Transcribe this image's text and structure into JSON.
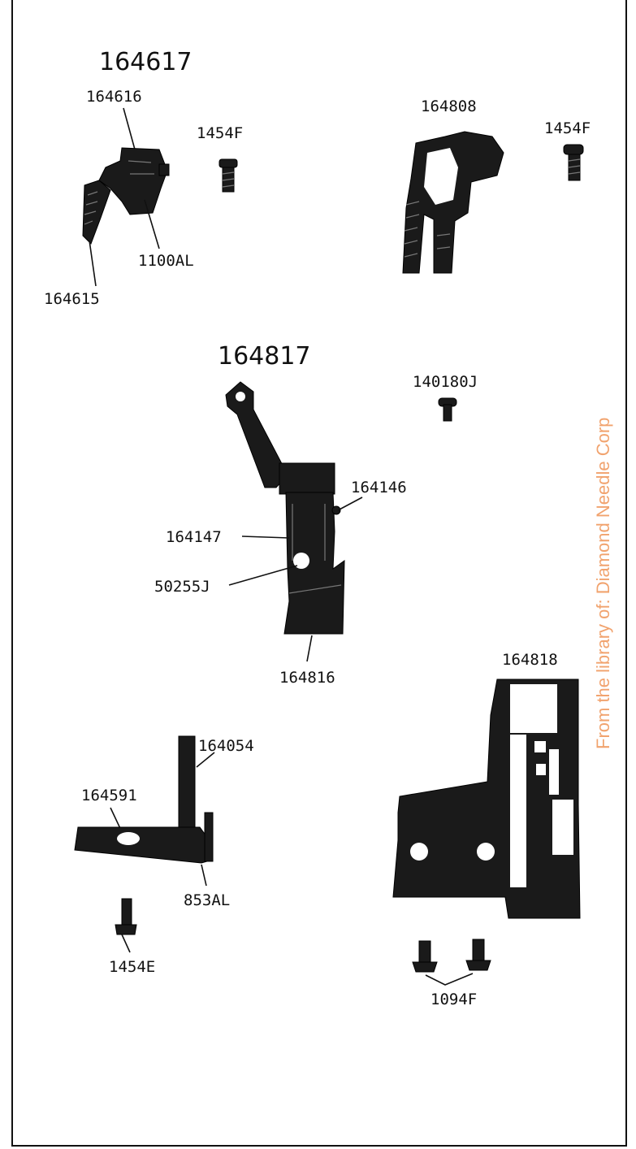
{
  "groups": {
    "a": "164617",
    "b": "164817"
  },
  "labels": {
    "p164616": "164616",
    "p1454F_a": "1454F",
    "p1100AL": "1100AL",
    "p164615": "164615",
    "p164808": "164808",
    "p1454F_b": "1454F",
    "p140180J": "140180J",
    "p164146": "164146",
    "p164147": "164147",
    "p50255J": "50255J",
    "p164816": "164816",
    "p164818": "164818",
    "p164054": "164054",
    "p164591": "164591",
    "p853AL": "853AL",
    "p1454E": "1454E",
    "p1094F": "1094F"
  },
  "watermark": "From the library of: Diamond Needle Corp",
  "colors": {
    "ink": "#111111",
    "watermark": "#f1a36e"
  }
}
